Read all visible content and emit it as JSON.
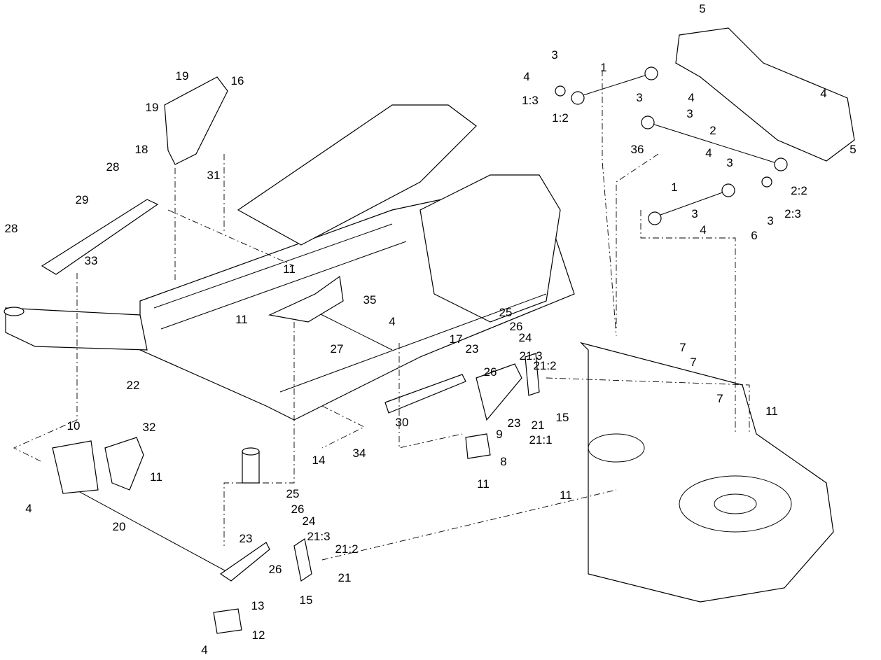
{
  "diagram": {
    "callouts": [
      "5",
      "3",
      "4",
      "1",
      "1:3",
      "1:2",
      "3",
      "4",
      "4",
      "3",
      "2",
      "36",
      "5",
      "4",
      "3",
      "2:2",
      "1",
      "3",
      "3",
      "2:3",
      "4",
      "6",
      "19",
      "16",
      "19",
      "18",
      "31",
      "28",
      "29",
      "28",
      "33",
      "11",
      "11",
      "35",
      "4",
      "27",
      "22",
      "25",
      "26",
      "17",
      "23",
      "24",
      "21:3",
      "21:2",
      "7",
      "7",
      "26",
      "30",
      "23",
      "21",
      "21:1",
      "15",
      "7",
      "11",
      "9",
      "8",
      "11",
      "14",
      "34",
      "10",
      "32",
      "11",
      "4",
      "20",
      "11",
      "25",
      "26",
      "24",
      "23",
      "21:3",
      "21:2",
      "26",
      "21",
      "15",
      "13",
      "12",
      "4"
    ]
  }
}
